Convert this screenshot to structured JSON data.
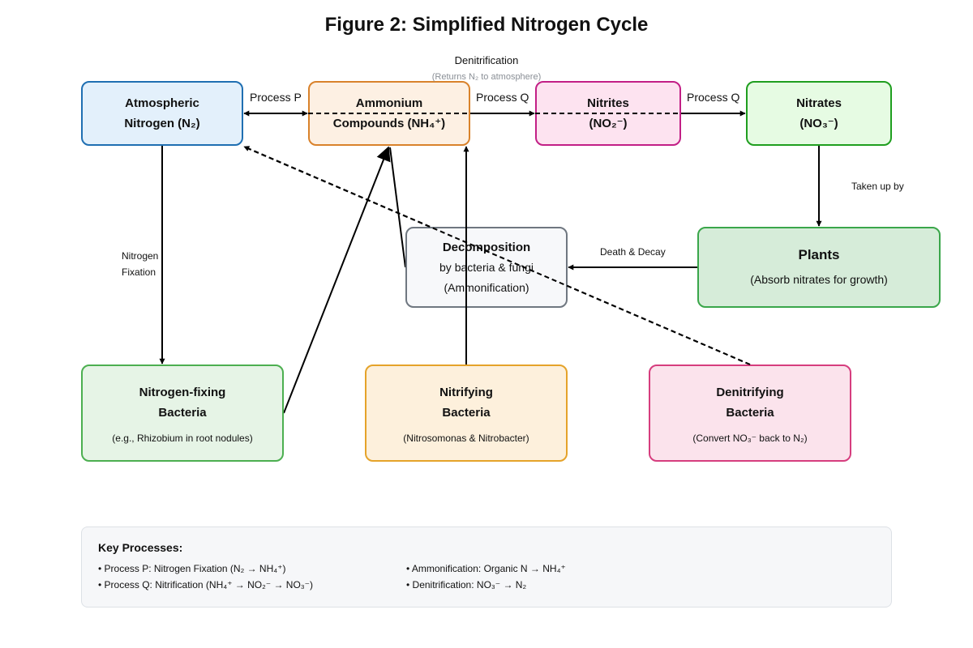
{
  "title": "Figure 2: Simplified Nitrogen Cycle",
  "nodes": {
    "atmospheric": {
      "line1": "Atmospheric",
      "line2": "Nitrogen (N₂)"
    },
    "ammonium": {
      "line1": "Ammonium",
      "line2": "Compounds (NH₄⁺)"
    },
    "nitrites": {
      "line1": "Nitrites",
      "line2": "(NO₂⁻)"
    },
    "nitrates": {
      "line1": "Nitrates",
      "line2": "(NO₃⁻)"
    },
    "plants": {
      "title": "Plants",
      "subtitle": "(Absorb nitrates for growth)"
    },
    "decomposition": {
      "title": "Decomposition",
      "line2": "by bacteria & fungi",
      "line3": "(Ammonification)"
    },
    "nitrogen_fixing": {
      "line1": "Nitrogen-fixing",
      "line2": "Bacteria",
      "note": "(e.g., Rhizobium in root nodules)"
    },
    "nitrifying": {
      "line1": "Nitrifying",
      "line2": "Bacteria",
      "note": "(Nitrosomonas & Nitrobacter)"
    },
    "denitrifying": {
      "line1": "Denitrifying",
      "line2": "Bacteria",
      "note": "(Convert NO₃⁻ back to N₂)"
    }
  },
  "labels": {
    "process_p": "Process P",
    "process_q_1": "Process Q",
    "process_q_2": "Process Q",
    "denitrification": "Denitrification",
    "returns": "(Returns N₂ to atmosphere)",
    "taken_up_by": "Taken up by",
    "death_decay": "Death & Decay",
    "nitrogen": "Nitrogen",
    "fixation": "Fixation"
  },
  "key": {
    "heading": "Key Processes:",
    "items": [
      "• Process P: Nitrogen Fixation (N₂ → NH₄⁺)",
      "• Process Q: Nitrification (NH₄⁺ → NO₂⁻ → NO₃⁻)",
      "• Ammonification: Organic N → NH₄⁺",
      "• Denitrification: NO₃⁻ → N₂"
    ]
  },
  "colors": {
    "atmospheric": {
      "fill": "#e3f0fb",
      "border": "#1f6fb2"
    },
    "ammonium": {
      "fill": "#fdf0e3",
      "border": "#d9822b"
    },
    "nitrites": {
      "fill": "#fde3f0",
      "border": "#c21f86"
    },
    "nitrates": {
      "fill": "#e6fbe3",
      "border": "#1f9e1f"
    },
    "plants": {
      "fill": "#d6ecd9",
      "border": "#3aa64a"
    },
    "decomposition": {
      "fill": "#f6f7f9",
      "border": "#6f7780"
    },
    "nitrogen_fixing": {
      "fill": "#e6f4e6",
      "border": "#4caf50"
    },
    "nitrifying": {
      "fill": "#fdf0dc",
      "border": "#e5a32a"
    },
    "denitrifying": {
      "fill": "#fbe3ec",
      "border": "#d63d7e"
    }
  }
}
